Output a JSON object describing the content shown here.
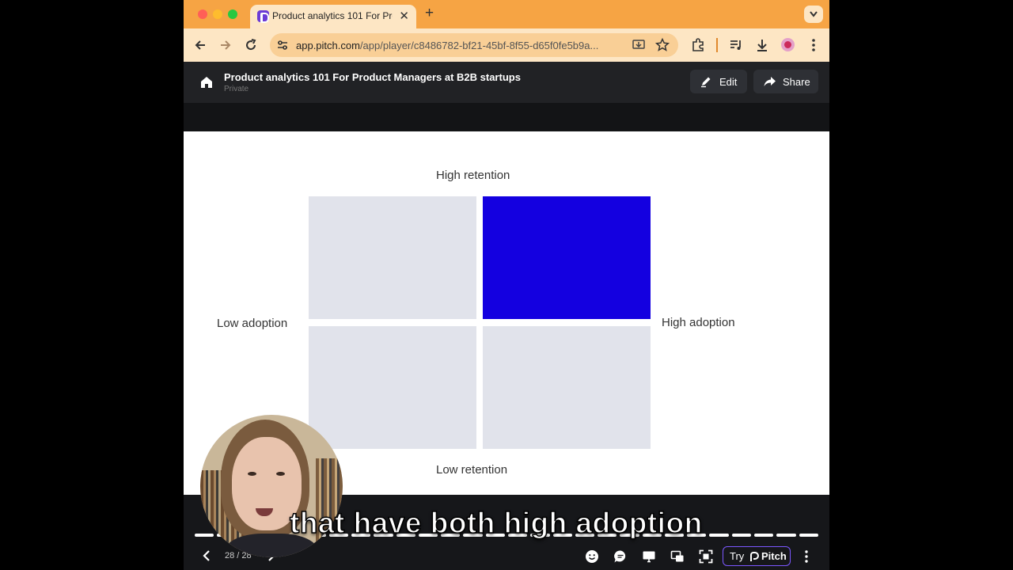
{
  "browser": {
    "tab": {
      "title": "Product analytics 101 For Product Managers at B2B startups",
      "favicon": "pitch-icon"
    },
    "url": {
      "host": "app.pitch.com",
      "path": "/app/player/c8486782-bf21-45bf-8f55-d65f0fe5b9a..."
    },
    "colors": {
      "frame": "#f6a444",
      "toolbar": "#fde6c4",
      "omnibox": "#f9cf96"
    }
  },
  "header": {
    "title": "Product analytics 101 For Product Managers at B2B startups",
    "visibility": "Private",
    "edit_label": "Edit",
    "share_label": "Share"
  },
  "slide": {
    "top_label": "High retention",
    "bottom_label": "Low retention",
    "left_label": "Low adoption",
    "right_label": "High adoption",
    "highlight_color": "#1400e0",
    "quadrant_color": "#e1e3eb"
  },
  "player": {
    "counter": "28 / 28",
    "try_label": "Try",
    "brand_label": "Pitch"
  },
  "caption": "that have both high adoption"
}
